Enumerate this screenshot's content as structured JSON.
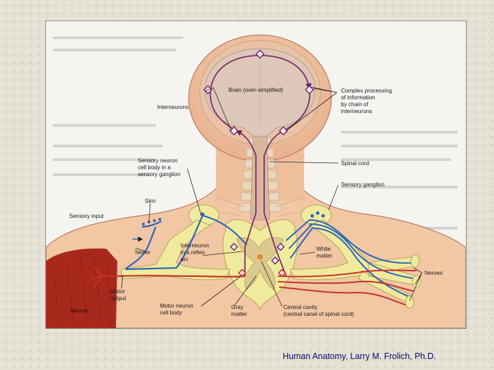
{
  "figure": {
    "labels": {
      "brain": "Brain (over-simplified)",
      "interneurons": "Interneurons",
      "complex": [
        "Complex processing",
        "of information",
        "by chain of",
        "interneurons"
      ],
      "sensory_neuron": [
        "Sensory neuron",
        "cell body in a",
        "sensory ganglion"
      ],
      "spinal_cord": "Spinal cord",
      "sensory_ganglion": "Sensory ganglion",
      "skin": "Skin",
      "sensory_input": "Sensory input",
      "nerve": "Nerve",
      "interneuron_reflex": [
        "Interneuron",
        "in a reflex",
        "arc"
      ],
      "white_matter": [
        "White",
        "matter"
      ],
      "nerves": "Nerves",
      "motor_output": [
        "Motor",
        "output"
      ],
      "muscle": "Muscle",
      "motor_neuron": [
        "Motor neuron",
        "cell body"
      ],
      "gray_matter": [
        "Gray",
        "matter"
      ],
      "central_cavity": [
        "Central cavity",
        "(central canal of spinal cord)"
      ]
    }
  },
  "credit": "Human Anatomy, Larry M. Frolich, Ph.D.",
  "colors": {
    "skin": "#f2c7a4",
    "sensory_pathway": "#2b63b8",
    "motor_pathway": "#c8302a",
    "interneuron": "#7a2a6a",
    "cord_gray": "#f0ea9c",
    "muscle": "#a8291c"
  }
}
